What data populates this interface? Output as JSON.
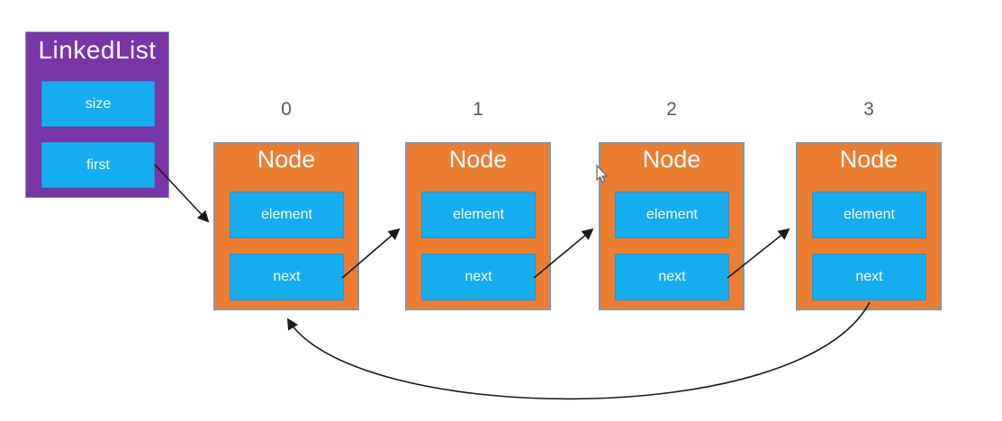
{
  "linkedlist": {
    "title": "LinkedList",
    "fields": [
      {
        "label": "size"
      },
      {
        "label": "first"
      }
    ]
  },
  "nodes": [
    {
      "index": "0",
      "title": "Node",
      "fields": [
        {
          "label": "element"
        },
        {
          "label": "next"
        }
      ]
    },
    {
      "index": "1",
      "title": "Node",
      "fields": [
        {
          "label": "element"
        },
        {
          "label": "next"
        }
      ]
    },
    {
      "index": "2",
      "title": "Node",
      "fields": [
        {
          "label": "element"
        },
        {
          "label": "next"
        }
      ]
    },
    {
      "index": "3",
      "title": "Node",
      "fields": [
        {
          "label": "element"
        },
        {
          "label": "next"
        }
      ]
    }
  ],
  "edges": [
    {
      "from": "linkedlist.first",
      "to": "node-0"
    },
    {
      "from": "node-0.next",
      "to": "node-1"
    },
    {
      "from": "node-1.next",
      "to": "node-2"
    },
    {
      "from": "node-2.next",
      "to": "node-3"
    },
    {
      "from": "node-3.next",
      "to": "node-0"
    }
  ],
  "colors": {
    "linkedlist_fill": "#7A35A8",
    "node_fill": "#ED7D31",
    "field_fill": "#14AEF0",
    "node_border": "#8496AA",
    "arrow": "#1a1a1a",
    "index_text": "#595959",
    "label_text": "#ffffff"
  },
  "cursor": {
    "icon": "mouse-pointer"
  }
}
